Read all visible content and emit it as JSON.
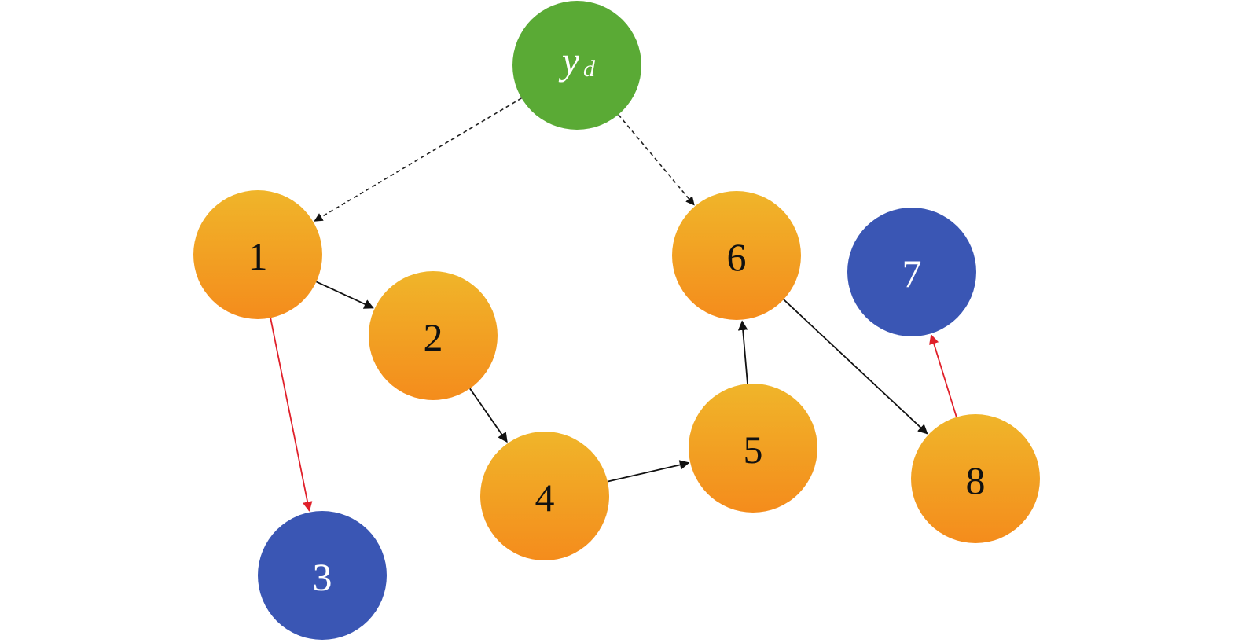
{
  "colors": {
    "leader": "#5aaa35",
    "follower": "#f2a320",
    "isolated": "#3a56b4",
    "edge_normal": "#111111",
    "edge_red": "#e0202a",
    "edge_leader": "#222222"
  },
  "nodes": [
    {
      "id": "yd",
      "label": "y",
      "subscript": "d",
      "kind": "leader"
    },
    {
      "id": "1",
      "label": "1",
      "kind": "follower"
    },
    {
      "id": "2",
      "label": "2",
      "kind": "follower"
    },
    {
      "id": "3",
      "label": "3",
      "kind": "isolated"
    },
    {
      "id": "4",
      "label": "4",
      "kind": "follower"
    },
    {
      "id": "5",
      "label": "5",
      "kind": "follower"
    },
    {
      "id": "6",
      "label": "6",
      "kind": "follower"
    },
    {
      "id": "7",
      "label": "7",
      "kind": "isolated"
    },
    {
      "id": "8",
      "label": "8",
      "kind": "follower"
    }
  ],
  "edges": [
    {
      "from": "yd",
      "to": "1",
      "style": "dashed"
    },
    {
      "from": "yd",
      "to": "6",
      "style": "dashed"
    },
    {
      "from": "1",
      "to": "2",
      "style": "normal"
    },
    {
      "from": "2",
      "to": "4",
      "style": "normal"
    },
    {
      "from": "4",
      "to": "5",
      "style": "normal"
    },
    {
      "from": "5",
      "to": "6",
      "style": "normal"
    },
    {
      "from": "6",
      "to": "8",
      "style": "normal"
    },
    {
      "from": "1",
      "to": "3",
      "style": "red"
    },
    {
      "from": "8",
      "to": "7",
      "style": "red"
    }
  ]
}
